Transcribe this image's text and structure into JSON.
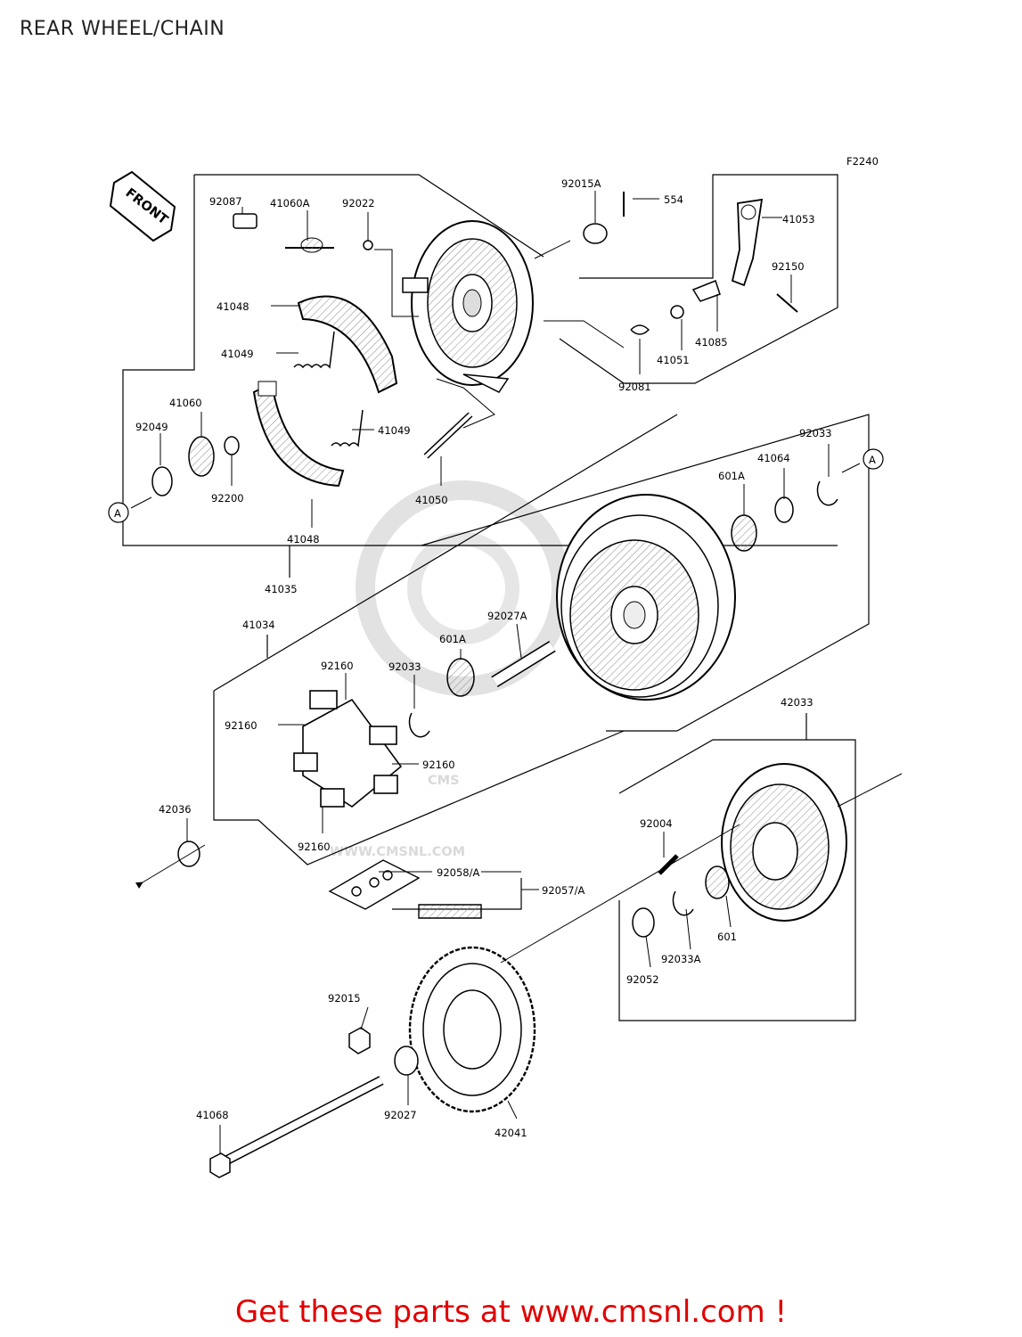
{
  "page_title": "REAR WHEEL/CHAIN",
  "figure_code": "F2240",
  "front_marker": "FRONT",
  "watermark": {
    "brand": "CMS",
    "url": "WWW.CMSNL.COM"
  },
  "callout_circle": "A",
  "parts": {
    "p92087": "92087",
    "p41060A": "41060A",
    "p92022": "92022",
    "p92015A": "92015A",
    "p554": "554",
    "p41053": "41053",
    "p92150": "92150",
    "p41048_top": "41048",
    "p41049_top": "41049",
    "p92081": "92081",
    "p41051": "41051",
    "p41085": "41085",
    "p41060": "41060",
    "p92049": "92049",
    "p41049_mid": "41049",
    "p92200": "92200",
    "p41050": "41050",
    "p41048_bot": "41048",
    "p41035": "41035",
    "p92033_top": "92033",
    "p41064": "41064",
    "p601A_top": "601A",
    "p41034": "41034",
    "p92160_a": "92160",
    "p92033_mid": "92033",
    "p601A_mid": "601A",
    "p92027A": "92027A",
    "p92160_b": "92160",
    "p92160_c": "92160",
    "p42033": "42033",
    "p42036": "42036",
    "p92160_d": "92160",
    "p92004": "92004",
    "p92058A": "92058/A",
    "p92057A": "92057/A",
    "p601": "601",
    "p92033A": "92033A",
    "p92052": "92052",
    "p92015": "92015",
    "p92027": "92027",
    "p42041": "42041",
    "p41068": "41068"
  },
  "promo_text": "Get these parts at www.cmsnl.com !"
}
